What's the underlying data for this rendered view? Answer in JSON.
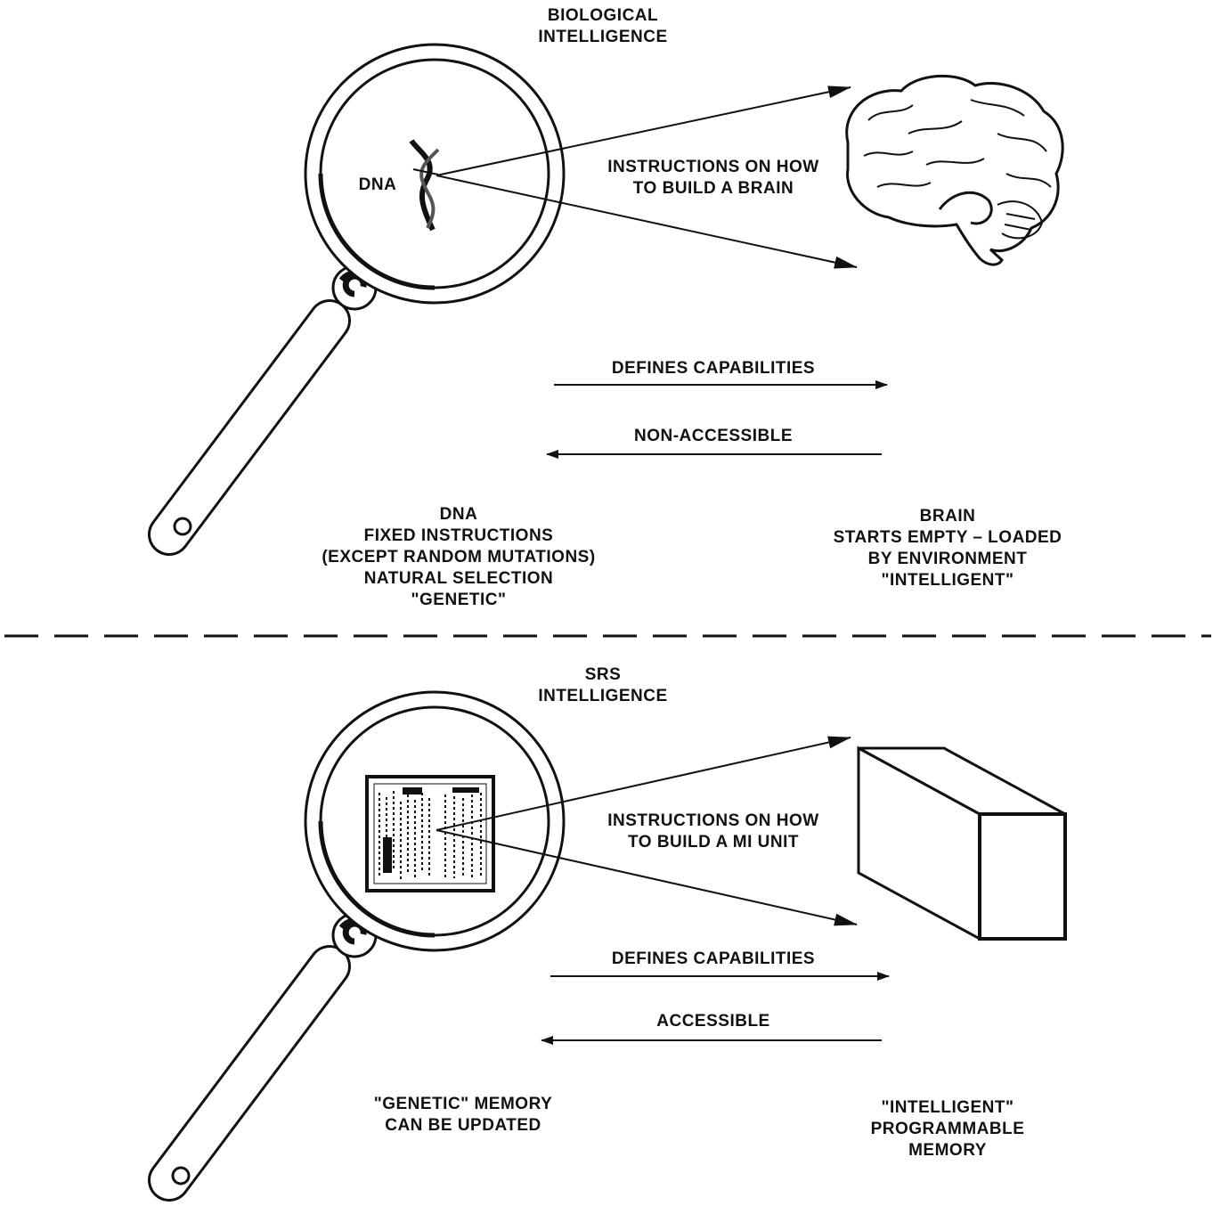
{
  "top": {
    "title": [
      "BIOLOGICAL",
      "INTELLIGENCE"
    ],
    "lens_label": "DNA",
    "instructions": [
      "INSTRUCTIONS ON HOW",
      "TO BUILD A BRAIN"
    ],
    "forward_label": "DEFINES CAPABILITIES",
    "backward_label": "NON-ACCESSIBLE",
    "left_caption": [
      "DNA",
      "FIXED INSTRUCTIONS",
      "(EXCEPT RANDOM MUTATIONS)",
      "NATURAL SELECTION",
      "\"GENETIC\""
    ],
    "right_caption": [
      "BRAIN",
      "STARTS EMPTY – LOADED",
      "BY ENVIRONMENT",
      "\"INTELLIGENT\""
    ]
  },
  "bottom": {
    "title": [
      "SRS",
      "INTELLIGENCE"
    ],
    "instructions": [
      "INSTRUCTIONS ON HOW",
      "TO BUILD A MI UNIT"
    ],
    "forward_label": "DEFINES CAPABILITIES",
    "backward_label": "ACCESSIBLE",
    "left_caption": [
      "\"GENETIC\" MEMORY",
      "CAN BE UPDATED"
    ],
    "right_caption": [
      "\"INTELLIGENT\"",
      "PROGRAMMABLE",
      "MEMORY"
    ]
  },
  "icons": [
    "magnifying-glass-icon",
    "dna-helix-icon",
    "brain-icon",
    "circuit-board-icon",
    "box-icon"
  ],
  "colors": {
    "ink": "#111111",
    "paper": "#ffffff"
  }
}
